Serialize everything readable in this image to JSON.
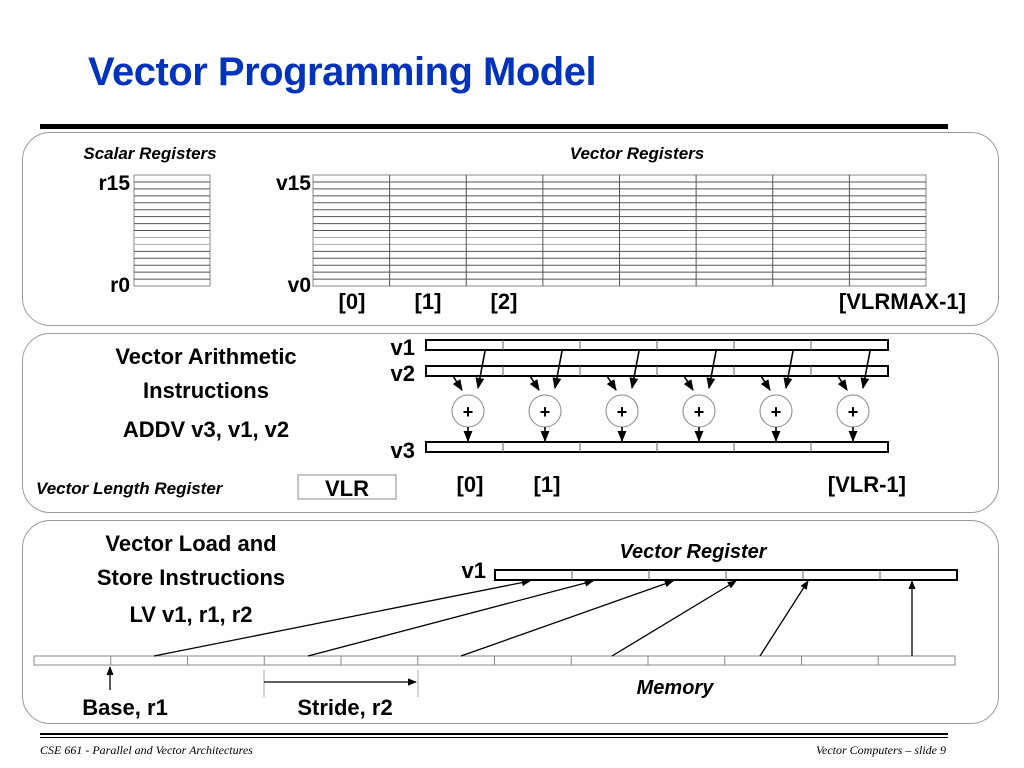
{
  "slide": {
    "title": "Vector Programming Model",
    "footer_left": "CSE 661 - Parallel and Vector Architectures",
    "footer_right": "Vector Computers – slide 9",
    "title_color": "#0033bb"
  },
  "registers": {
    "scalar_heading": "Scalar Registers",
    "scalar_top": "r15",
    "scalar_bottom": "r0",
    "scalar_count": 16,
    "vector_heading": "Vector Registers",
    "vector_top": "v15",
    "vector_bottom": "v0",
    "vector_count": 16,
    "element_columns": 8,
    "element_labels": [
      "[0]",
      "[1]",
      "[2]",
      "[VLRMAX-1]"
    ]
  },
  "arithmetic": {
    "heading_line1": "Vector Arithmetic",
    "heading_line2": "Instructions",
    "instruction": "ADDV v3, v1, v2",
    "src1": "v1",
    "src2": "v2",
    "dst": "v3",
    "lanes": 6,
    "operator": "+",
    "element_labels": [
      "[0]",
      "[1]",
      "[VLR-1]"
    ],
    "vlr_caption": "Vector Length Register",
    "vlr_box": "VLR"
  },
  "loadstore": {
    "heading_line1": "Vector Load and",
    "heading_line2": "Store Instructions",
    "instruction": "LV v1, r1, r2",
    "register_label": "v1",
    "register_caption": "Vector Register",
    "register_cells": 6,
    "memory_caption": "Memory",
    "memory_cells": 12,
    "base_label": "Base, r1",
    "stride_label": "Stride, r2"
  }
}
